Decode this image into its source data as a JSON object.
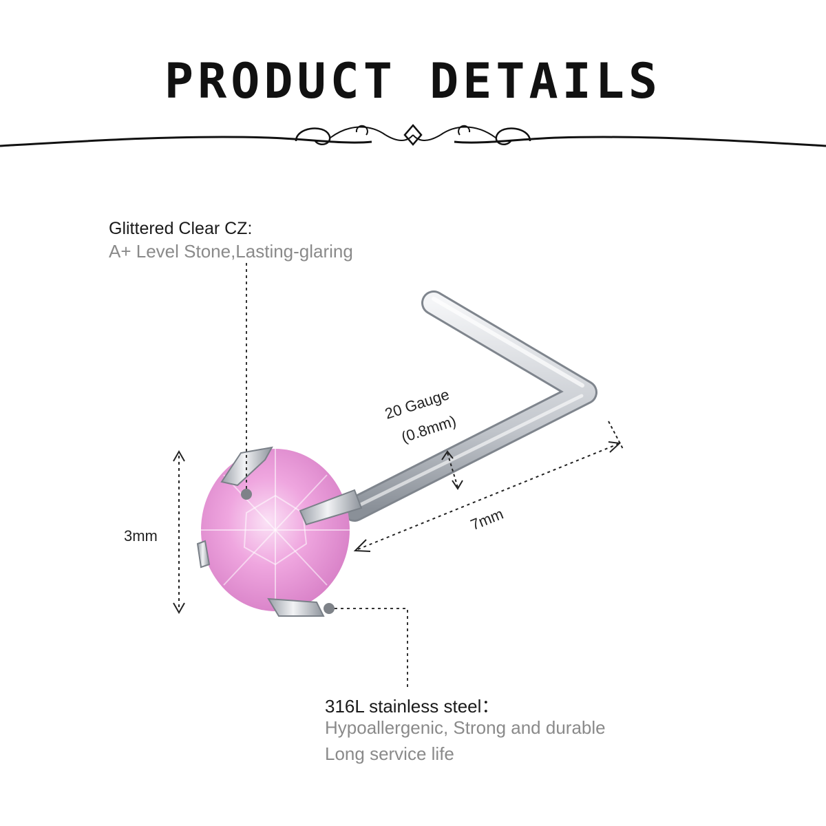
{
  "title": "PRODUCT DETAILS",
  "callouts": {
    "stone": {
      "heading": "Glittered Clear CZ:",
      "detail": "A+ Level Stone,Lasting-glaring"
    },
    "material": {
      "heading": "316L stainless steel：",
      "detail_1": "Hypoallergenic, Strong and durable",
      "detail_2": "Long service life"
    }
  },
  "measurements": {
    "gauge": "20 Gauge",
    "gauge_mm": "(0.8mm)",
    "length": "7mm",
    "diameter": "3mm"
  },
  "colors": {
    "gem": "#f1a8e0",
    "steel": "#c9ccd1",
    "text_dark": "#1a1a1a",
    "text_grey": "#8a8a8a"
  }
}
